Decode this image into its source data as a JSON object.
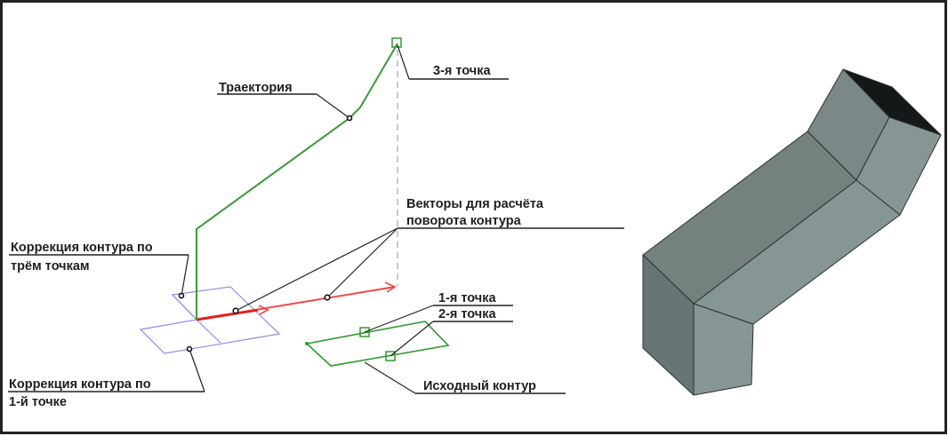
{
  "labels": {
    "trajectory": "Траектория",
    "third_point": "3-я точка",
    "vectors_line1": "Векторы для расчёта",
    "vectors_line2": "поворота контура",
    "three_point_corr_line1": "Коррекция контура по",
    "three_point_corr_line2": "трём точкам",
    "one_point_corr_line1": "Коррекция контура по",
    "one_point_corr_line2": "1-й точке",
    "first_point": "1-я точка",
    "second_point": "2-я точка",
    "source_contour": "Исходный контур"
  },
  "colors": {
    "trajectory": "#3a9a3a",
    "vector": "#f04040",
    "corrected_contour": "#8888ee",
    "source_contour": "#2e9a2e",
    "solid_dark_face": "#6b7877",
    "solid_mid_face": "#74817f",
    "solid_light_face": "#879695",
    "solid_end_cap": "#141818"
  }
}
